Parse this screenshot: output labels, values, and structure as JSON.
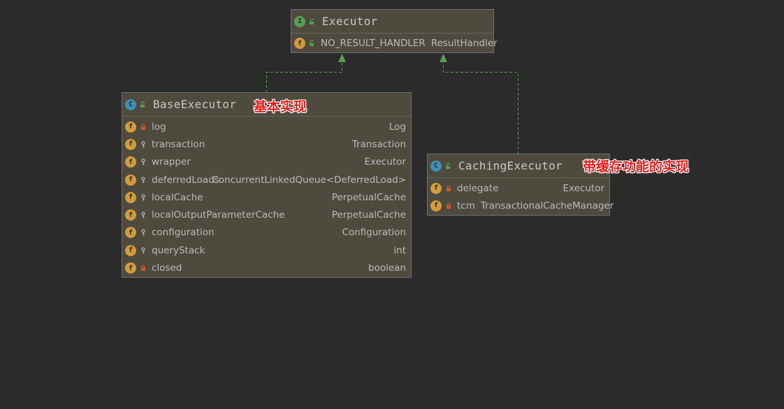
{
  "colors": {
    "background": "#2b2b2b",
    "box_fill": "#4e4a3e",
    "connector": "#5f9e55",
    "annotation": "#e0201d",
    "interface_icon": "#599e5b",
    "class_icon": "#3f8fb7",
    "field_icon": "#d29c3c",
    "private_lock": "#d9522c",
    "public_unlock": "#599e5b",
    "package_key": "#bbbbbb"
  },
  "executor": {
    "kind_icon": "interface-icon",
    "visibility_icon": "public-icon",
    "title": "Executor",
    "fields": [
      {
        "kind_icon": "static-field-icon",
        "visibility_icon": "public-icon",
        "name": "NO_RESULT_HANDLER",
        "type": "ResultHandler"
      }
    ]
  },
  "base_executor": {
    "kind_icon": "abstract-class-icon",
    "visibility_icon": "public-icon",
    "title": "BaseExecutor",
    "annotation": "基本实现",
    "fields": [
      {
        "kind_icon": "static-field-icon",
        "visibility_icon": "private-lock-icon",
        "name": "log",
        "type": "Log"
      },
      {
        "kind_icon": "field-icon",
        "visibility_icon": "protected-key-icon",
        "name": "transaction",
        "type": "Transaction"
      },
      {
        "kind_icon": "field-icon",
        "visibility_icon": "protected-key-icon",
        "name": "wrapper",
        "type": "Executor"
      },
      {
        "kind_icon": "field-icon",
        "visibility_icon": "protected-key-icon",
        "name": "deferredLoads",
        "type": "ConcurrentLinkedQueue<DeferredLoad>"
      },
      {
        "kind_icon": "field-icon",
        "visibility_icon": "protected-key-icon",
        "name": "localCache",
        "type": "PerpetualCache"
      },
      {
        "kind_icon": "field-icon",
        "visibility_icon": "protected-key-icon",
        "name": "localOutputParameterCache",
        "type": "PerpetualCache"
      },
      {
        "kind_icon": "field-icon",
        "visibility_icon": "protected-key-icon",
        "name": "configuration",
        "type": "Configuration"
      },
      {
        "kind_icon": "field-icon",
        "visibility_icon": "protected-key-icon",
        "name": "queryStack",
        "type": "int"
      },
      {
        "kind_icon": "field-icon",
        "visibility_icon": "private-lock-icon",
        "name": "closed",
        "type": "boolean"
      }
    ]
  },
  "caching_executor": {
    "kind_icon": "class-icon",
    "visibility_icon": "public-icon",
    "title": "CachingExecutor",
    "annotation": "带缓存功能的实现",
    "fields": [
      {
        "kind_icon": "final-field-icon",
        "visibility_icon": "private-lock-icon",
        "name": "delegate",
        "type": "Executor"
      },
      {
        "kind_icon": "final-field-icon",
        "visibility_icon": "private-lock-icon",
        "name": "tcm",
        "type": "TransactionalCacheManager"
      }
    ]
  },
  "relations": [
    {
      "from": "BaseExecutor",
      "to": "Executor",
      "type": "implements"
    },
    {
      "from": "CachingExecutor",
      "to": "Executor",
      "type": "implements"
    }
  ]
}
